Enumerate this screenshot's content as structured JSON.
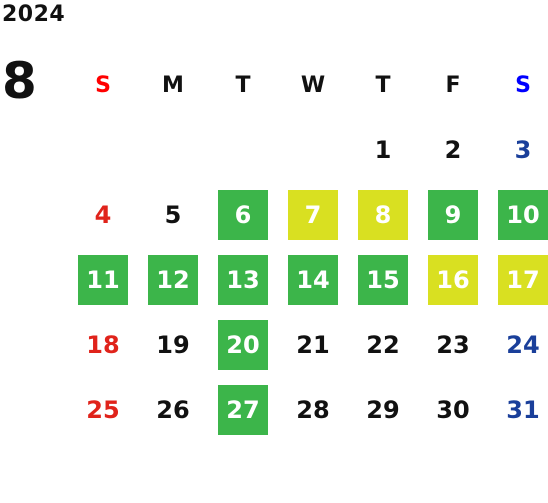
{
  "calendar": {
    "year": "2024",
    "month": "8",
    "weekdays": [
      "S",
      "M",
      "T",
      "W",
      "T",
      "F",
      "S"
    ],
    "colors": {
      "green": "#3cb54a",
      "yellow": "#d9e021",
      "sunday": "#e0231b",
      "saturday": "#1a3f9a"
    },
    "weeks": [
      [
        {
          "d": ""
        },
        {
          "d": ""
        },
        {
          "d": ""
        },
        {
          "d": ""
        },
        {
          "d": "1"
        },
        {
          "d": "2"
        },
        {
          "d": "3"
        }
      ],
      [
        {
          "d": "4"
        },
        {
          "d": "5"
        },
        {
          "d": "6",
          "h": "g"
        },
        {
          "d": "7",
          "h": "y"
        },
        {
          "d": "8",
          "h": "y"
        },
        {
          "d": "9",
          "h": "g"
        },
        {
          "d": "10",
          "h": "g"
        }
      ],
      [
        {
          "d": "11",
          "h": "g"
        },
        {
          "d": "12",
          "h": "g"
        },
        {
          "d": "13",
          "h": "g"
        },
        {
          "d": "14",
          "h": "g"
        },
        {
          "d": "15",
          "h": "g"
        },
        {
          "d": "16",
          "h": "y"
        },
        {
          "d": "17",
          "h": "y"
        }
      ],
      [
        {
          "d": "18"
        },
        {
          "d": "19"
        },
        {
          "d": "20",
          "h": "g"
        },
        {
          "d": "21"
        },
        {
          "d": "22"
        },
        {
          "d": "23"
        },
        {
          "d": "24"
        }
      ],
      [
        {
          "d": "25"
        },
        {
          "d": "26"
        },
        {
          "d": "27",
          "h": "g"
        },
        {
          "d": "28"
        },
        {
          "d": "29"
        },
        {
          "d": "30"
        },
        {
          "d": "31"
        }
      ]
    ]
  }
}
